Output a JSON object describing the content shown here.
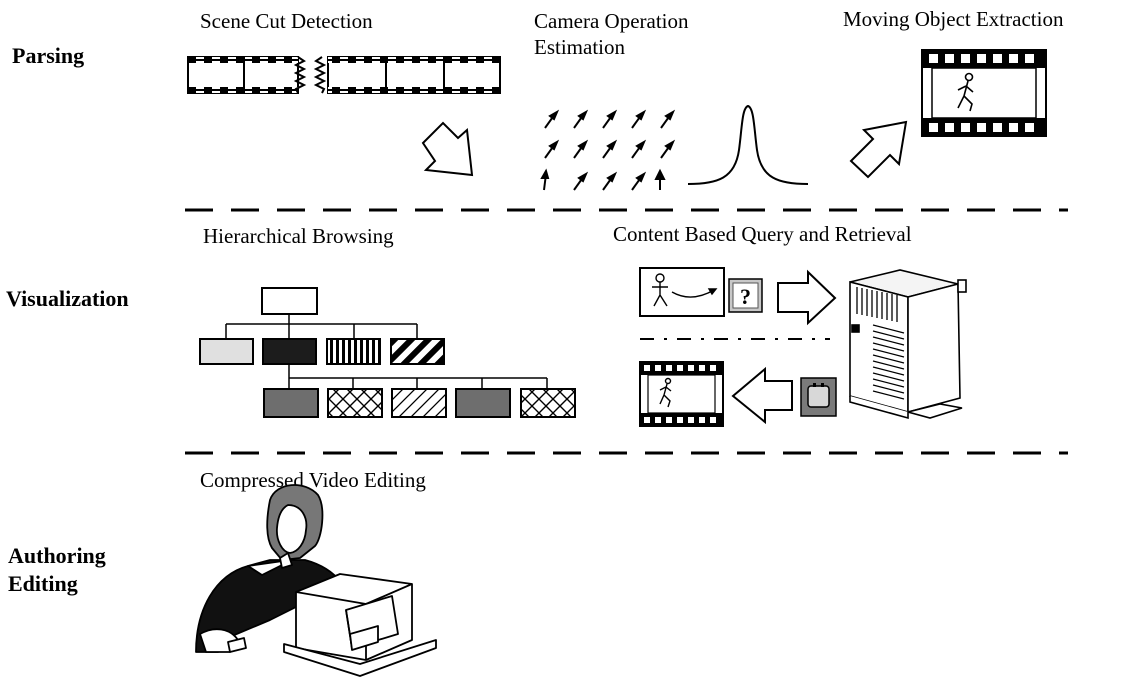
{
  "sections": {
    "parsing": "Parsing",
    "visualization": "Visualization",
    "authoring_line1": "Authoring",
    "authoring_line2": "Editing"
  },
  "captions": {
    "scene_cut": "Scene Cut Detection",
    "camera_line1": "Camera Operation",
    "camera_line2": "Estimation",
    "moving_object": "Moving Object Extraction",
    "browsing": "Hierarchical Browsing",
    "query": "Content Based Query and Retrieval",
    "editing": "Compressed Video Editing"
  },
  "icons": {
    "query_marker": "?"
  }
}
